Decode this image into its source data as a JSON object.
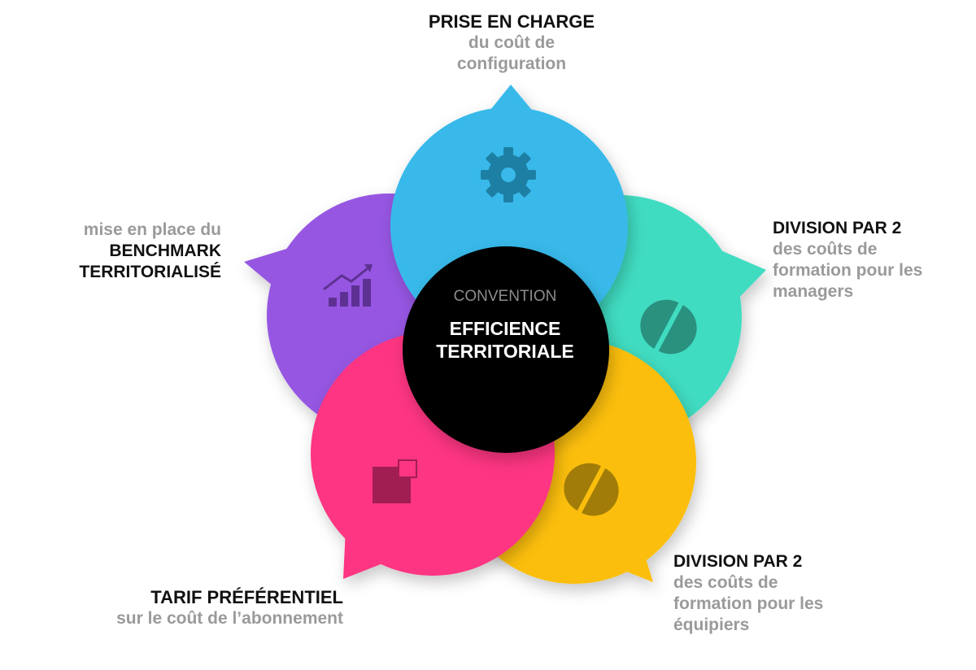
{
  "colors": {
    "blue": "#38b9ea",
    "teal": "#40dcc1",
    "yellow": "#fbbe08",
    "pink": "#fd3582",
    "purple": "#9656e2",
    "center": "#000000"
  },
  "center": {
    "pre_title": "CONVENTION",
    "title_line1": "EFFICIENCE",
    "title_line2": "TERRITORIALE"
  },
  "petals": {
    "top": {
      "icon": "gear-icon",
      "heading": "PRISE EN CHARGE",
      "sub_line1": "du coût de",
      "sub_line2": "configuration"
    },
    "right": {
      "icon": "pill-icon",
      "heading": "DIVISION PAR 2",
      "sub_line1": "des coûts de",
      "sub_line2": "formation pour les",
      "sub_line3": "managers"
    },
    "bottom_right": {
      "icon": "pill-icon",
      "heading": "DIVISION PAR 2",
      "sub_line1": "des coûts de",
      "sub_line2": "formation pour les",
      "sub_line3": "équipiers"
    },
    "bottom_left": {
      "icon": "squares-icon",
      "heading": "TARIF PRÉFÉRENTIEL",
      "sub_line1": "sur le coût de l’abonnement"
    },
    "left": {
      "icon": "growth-chart-icon",
      "pre_line": "mise en place du",
      "heading_line1": "BENCHMARK",
      "heading_line2": "TERRITORIALISÉ"
    }
  }
}
